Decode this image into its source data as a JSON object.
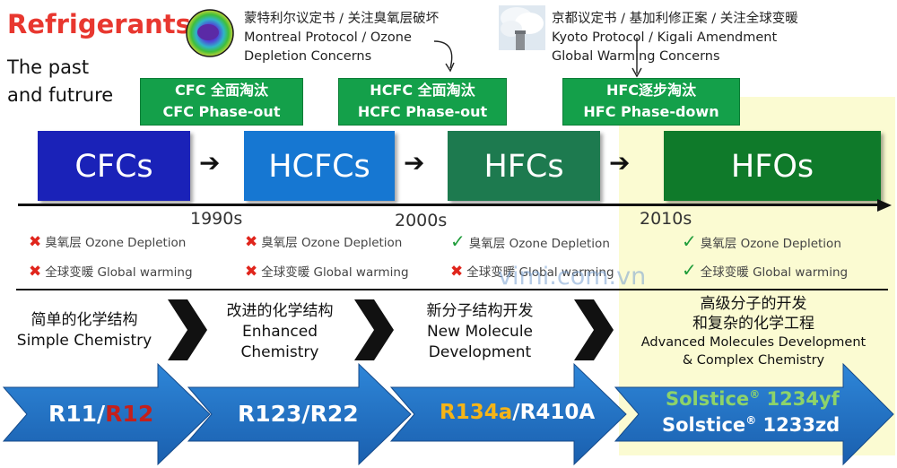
{
  "header": {
    "title": "Refrigerants",
    "subtitle_line1": "The past",
    "subtitle_line2": "and futrure"
  },
  "protocols": {
    "montreal": {
      "line1": "蒙特利尔议定书 / 关注臭氧层破坏",
      "line2": "Montreal Protocol / Ozone",
      "line3": "Depletion Concerns",
      "icon": "ozone-hole-globe-icon"
    },
    "kyoto": {
      "line1": "京都议定书 / 基加利修正案 / 关注全球变暖",
      "line2": "Kyoto Protocol / Kigali Amendment",
      "line3": "Global Warming Concerns",
      "icon": "smokestack-icon"
    }
  },
  "phases": [
    {
      "cn": "CFC 全面淘汰",
      "en": "CFC Phase-out"
    },
    {
      "cn": "HCFC 全面淘汰",
      "en": "HCFC Phase-out"
    },
    {
      "cn": "HFC逐步淘汰",
      "en": "HFC Phase-down"
    }
  ],
  "generations": [
    {
      "label": "CFCs",
      "color": "#1a22b8"
    },
    {
      "label": "HCFCs",
      "color": "#1677d2"
    },
    {
      "label": "HFCs",
      "color": "#1d7a4f"
    },
    {
      "label": "HFOs",
      "color": "#0f7a2a"
    }
  ],
  "years": [
    "1990s",
    "2000s",
    "2010s"
  ],
  "impacts": {
    "ozone_cn": "臭氧层",
    "ozone_en": "Ozone Depletion",
    "gw_cn": "全球变暖",
    "gw_en": "Global warming",
    "cross": "✖",
    "check": "✓",
    "columns": [
      {
        "ozone": "bad",
        "gw": "bad"
      },
      {
        "ozone": "bad",
        "gw": "bad"
      },
      {
        "ozone": "good",
        "gw": "bad"
      },
      {
        "ozone": "good",
        "gw": "good"
      }
    ]
  },
  "chemistry": [
    {
      "cn": "简单的化学结构",
      "en1": "Simple Chemistry",
      "en2": ""
    },
    {
      "cn": "改进的化学结构",
      "en1": "Enhanced",
      "en2": "Chemistry"
    },
    {
      "cn": "新分子结构开发",
      "en1": "New Molecule",
      "en2": "Development"
    },
    {
      "cn1": "高级分子的开发",
      "cn2": "和复杂的化学工程",
      "en1": "Advanced Molecules Development",
      "en2": "& Complex Chemistry"
    }
  ],
  "refrigerants": {
    "r11": "R11/",
    "r12": "R12",
    "r123": "R123/R22",
    "r134a": "R134a",
    "r410a": "/R410A",
    "solstice1": "Solstice",
    "solstice1_sup": "®",
    "solstice1_num": " 1234yf",
    "solstice2": "Solstice",
    "solstice2_sup": "®",
    "solstice2_num": " 1233zd"
  },
  "watermark": "vimi.com.vn",
  "colors": {
    "title": "#e8372f",
    "phase_box": "#14a04a",
    "arrow_blue": "#1f6fc2",
    "r12_red": "#c3201c",
    "r134a_yellow": "#f5b417",
    "solstice_green": "#8dd36a",
    "highlight_yellow": "#fbfbd2"
  }
}
